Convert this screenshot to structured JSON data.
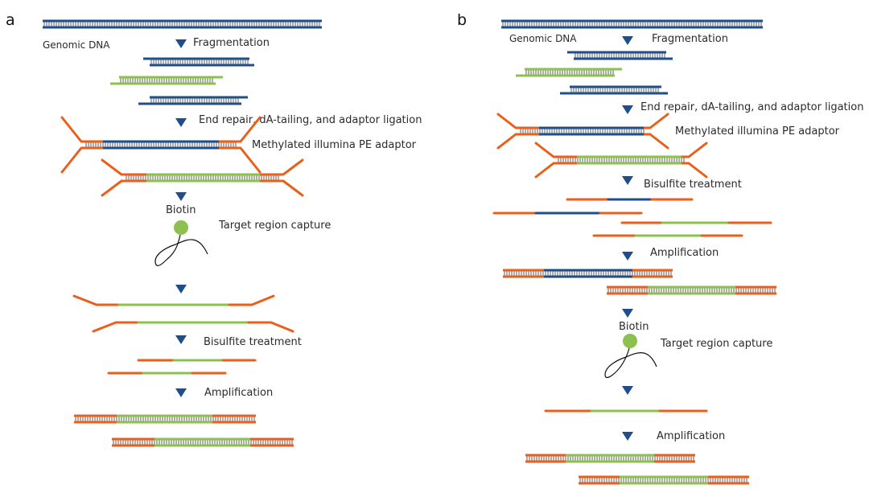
{
  "colors": {
    "genomic": "#1f4e8c",
    "target": "#8cc14f",
    "adaptor": "#e8601c",
    "arrow": "#1f4e8c",
    "text": "#2a2a2a",
    "tether": "#111111"
  },
  "panel_a": {
    "letter": "a",
    "genomic_dna": "Genomic DNA",
    "fragmentation": "Fragmentation",
    "end_repair": "End repair, dA-tailing, and adaptor ligation",
    "adaptor": "Methylated illumina PE adaptor",
    "biotin": "Biotin",
    "capture": "Target region capture",
    "bisulfite": "Bisulfite treatment",
    "amplification": "Amplification"
  },
  "panel_b": {
    "letter": "b",
    "genomic_dna": "Genomic DNA",
    "fragmentation": "Fragmentation",
    "end_repair": "End repair, dA-tailing, and adaptor ligation",
    "adaptor": "Methylated illumina PE adaptor",
    "bisulfite": "Bisulfite treatment",
    "amplification_1": "Amplification",
    "biotin": "Biotin",
    "capture": "Target region capture",
    "amplification_2": "Amplification"
  }
}
